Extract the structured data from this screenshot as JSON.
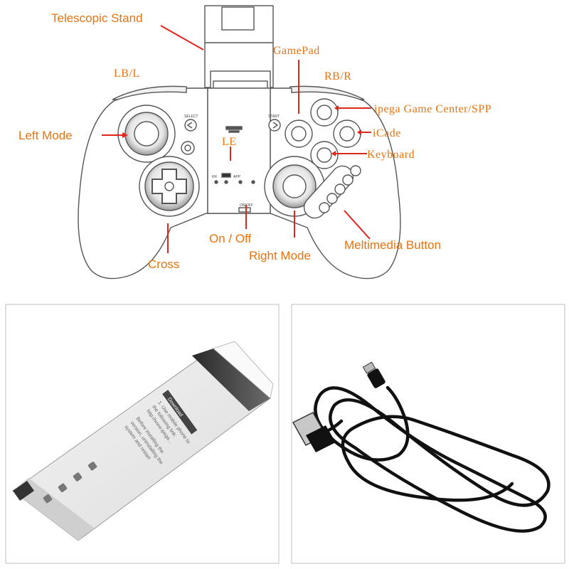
{
  "colors": {
    "accent": "#e8730f",
    "pointer": "#e0261c",
    "outline": "#555555",
    "panel_border": "#bfbfbf"
  },
  "labels": {
    "telescopic_stand": "Telescopic Stand",
    "lb_l": "LB/L",
    "gamepad": "GamePad",
    "rb_r": "RB/R",
    "ipega_game_center": "ipega Game Center/SPP",
    "left_mode": "Left Mode",
    "icade": "iCade",
    "le": "LE",
    "keyboard": "Keyboard",
    "on_off": "On / Off",
    "right_mode": "Right Mode",
    "meltimedia_button": "Meltimedia Button",
    "cross": "Cross"
  },
  "controller_marks": {
    "select": "SELECT",
    "start": "START",
    "kr": "KR",
    "app": "APP",
    "on_off_switch": "ON/OFF"
  },
  "manual_text": {
    "heading": "Download",
    "line1": "1. Use mobile phone to",
    "line2": "the following link:",
    "line3": "http://www.ipega...",
    "line4": "Before installing the",
    "line5": "version, uninstalling the",
    "line6": "system and restart"
  },
  "icons": [
    "gamepad-controller-icon",
    "instruction-booklet-icon",
    "usb-cable-icon"
  ]
}
